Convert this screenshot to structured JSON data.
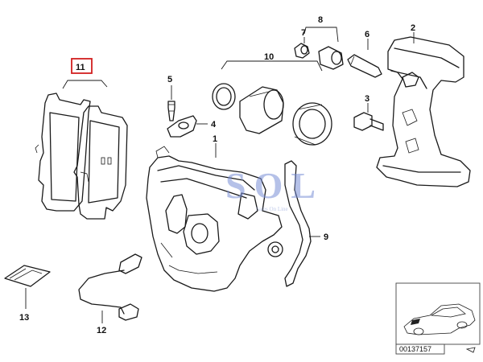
{
  "callouts": {
    "c1": "1",
    "c2": "2",
    "c3": "3",
    "c4": "4",
    "c5": "5",
    "c6": "6",
    "c7": "7",
    "c8": "8",
    "c9": "9",
    "c10": "10",
    "c11": "11",
    "c12": "12",
    "c13": "13"
  },
  "watermark": {
    "text": "SOL",
    "subtitle": "Sales On Line",
    "color": "#7a8fd6"
  },
  "thumbnail": {
    "code": "00137157"
  },
  "colors": {
    "line": "#1a1a1a",
    "highlight_box": "#d21f1f"
  }
}
